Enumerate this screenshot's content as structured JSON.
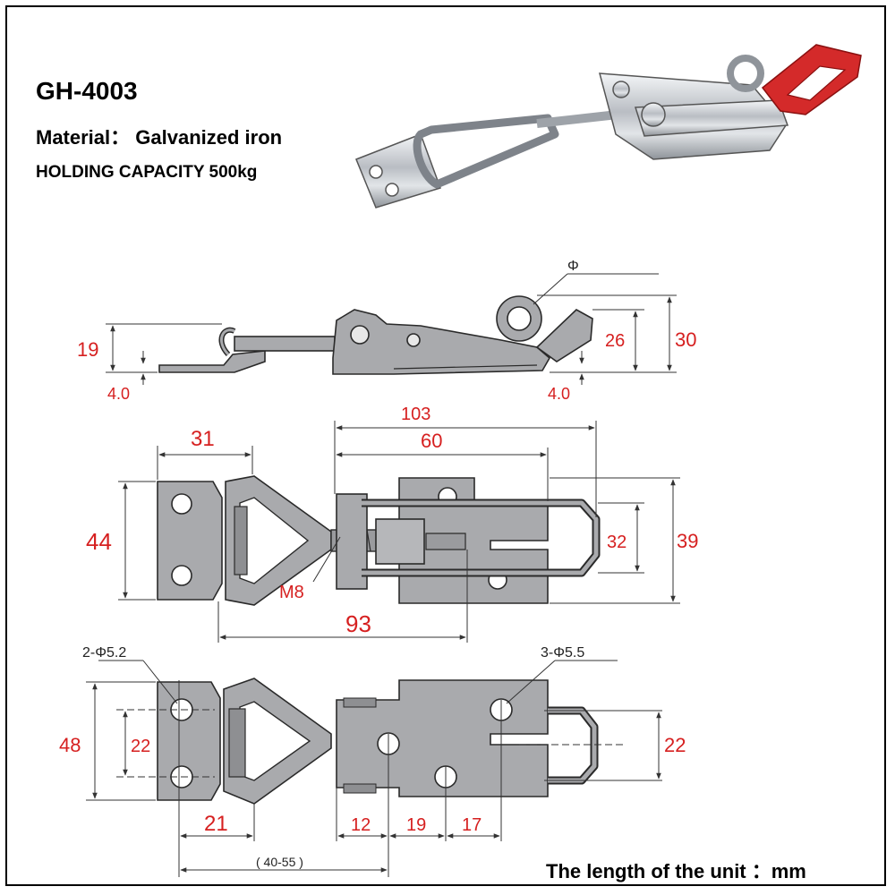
{
  "header": {
    "model": "GH-4003",
    "material": "Material： Galvanized iron",
    "capacity": "HOLDING CAPACITY 500kg"
  },
  "side_view": {
    "dims": {
      "h19": "19",
      "t4_left": "4.0",
      "t4_right": "4.0",
      "h26": "26",
      "h30": "30",
      "dia": "Φ"
    }
  },
  "top_view": {
    "dims": {
      "w103": "103",
      "w60": "60",
      "w31": "31",
      "h44": "44",
      "h32": "32",
      "h39": "39",
      "thread": "M8",
      "w93": "93"
    }
  },
  "bottom_view": {
    "dims": {
      "holes_left": "2-Φ5.2",
      "holes_right": "3-Φ5.5",
      "h48": "48",
      "h22_left": "22",
      "h22_right": "22",
      "w21": "21",
      "w12": "12",
      "w19": "19",
      "w17": "17",
      "range": "( 40-55 )"
    }
  },
  "footer": {
    "unit": "The length of the unit ：mm"
  },
  "colors": {
    "dimension": "#d62020",
    "steel": "#a9aaad",
    "steel_dark": "#3a3a3a",
    "handle": "#d42a2a",
    "background": "#ffffff"
  }
}
